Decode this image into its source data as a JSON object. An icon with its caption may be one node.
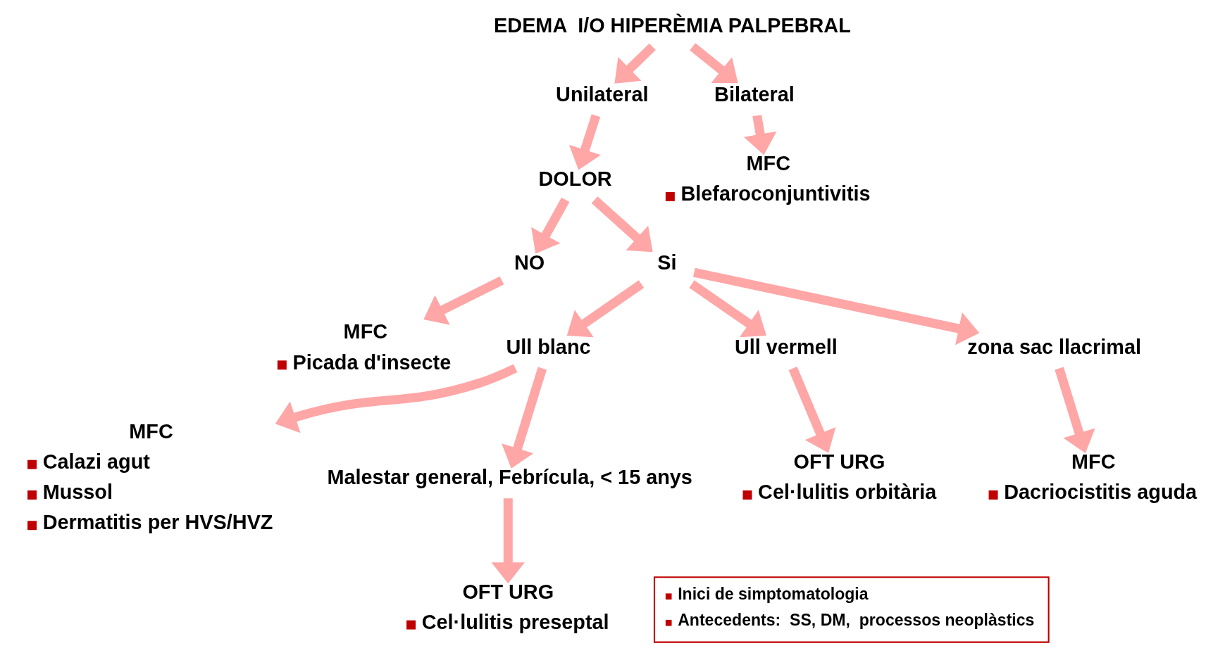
{
  "diagram": {
    "nodes": [
      {
        "text": [
          "EDEMA  I/O HIPERÈMIA PALPEBRAL"
        ]
      },
      {
        "text": [
          "Unilateral"
        ]
      },
      {
        "text": [
          "Bilateral"
        ]
      },
      {
        "text": [
          "DOLOR"
        ]
      },
      {
        "text": [
          "MFC",
          "Blefaroconjuntivitis"
        ]
      },
      {
        "text": [
          "NO"
        ]
      },
      {
        "text": [
          "Si"
        ]
      },
      {
        "text": [
          "Ull blanc"
        ]
      },
      {
        "text": [
          "Ull vermell"
        ]
      },
      {
        "text": [
          "zona sac llacrimal"
        ]
      },
      {
        "text": [
          "MFC",
          "Picada d'insecte"
        ]
      },
      {
        "text": [
          "MFC",
          "Calazi agut",
          "Mussol",
          "Dermatitis per HVS/HVZ"
        ]
      },
      {
        "text": [
          "Malestar general, Febrícula, < 15 anys"
        ]
      },
      {
        "text": [
          "MFC",
          "Dacriocistitis aguda"
        ]
      },
      {
        "text": [
          "OFT URG",
          "Cel·lulitis orbitària"
        ]
      },
      {
        "text": [
          "OFT URG",
          "Cel·lulitis preseptal"
        ]
      },
      {
        "text": [
          "Inici de simptomatologia",
          "Antecedents:  SS, DM,  processos neoplàstics"
        ]
      }
    ],
    "edges": [
      {
        "from": 0,
        "to": 1,
        "arrow": "to"
      },
      {
        "from": 0,
        "to": 2,
        "arrow": "to"
      },
      {
        "from": 1,
        "to": 3,
        "arrow": "to"
      },
      {
        "from": 2,
        "to": 4,
        "arrow": "to"
      },
      {
        "from": 3,
        "to": 5,
        "arrow": "to"
      },
      {
        "from": 3,
        "to": 6,
        "arrow": "to"
      },
      {
        "from": 6,
        "to": 7,
        "arrow": "to"
      },
      {
        "from": 6,
        "to": 8,
        "arrow": "to"
      },
      {
        "from": 6,
        "to": 9,
        "arrow": "to"
      },
      {
        "from": 5,
        "to": 10,
        "arrow": "to"
      },
      {
        "from": 7,
        "to": 11,
        "arrow": "to"
      },
      {
        "from": 7,
        "to": 12,
        "arrow": "to"
      },
      {
        "from": 9,
        "to": 13,
        "arrow": "to"
      },
      {
        "from": 8,
        "to": 14,
        "arrow": "to"
      },
      {
        "from": 12,
        "to": 15,
        "arrow": "to"
      }
    ]
  }
}
